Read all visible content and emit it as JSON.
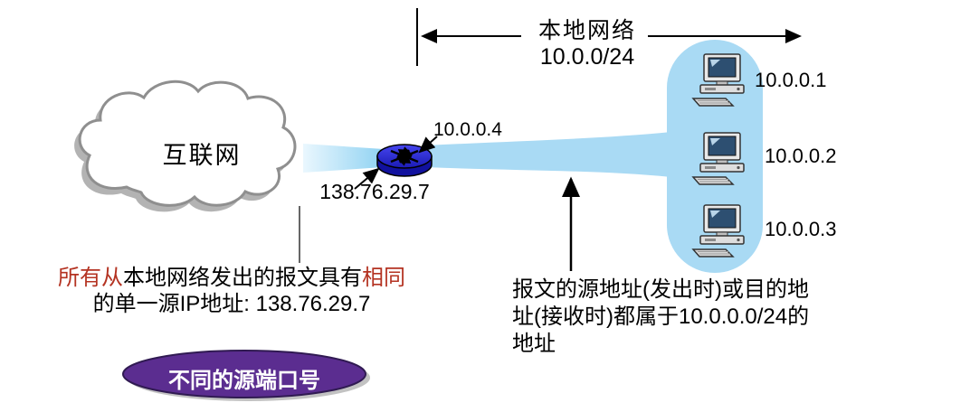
{
  "diagram": {
    "cloud_label": "互联网",
    "nat_ip": "138.76.29.7",
    "router_lan_ip": "10.0.0.4",
    "local_network_title": "本地网络",
    "local_network_subnet": "10.0.0/24",
    "hosts": [
      {
        "ip": "10.0.0.1"
      },
      {
        "ip": "10.0.0.2"
      },
      {
        "ip": "10.0.0.3"
      }
    ],
    "left_note": {
      "red_prefix": "所有从",
      "mid": "本地网络发出的报文具有",
      "red_word": "相同",
      "line2": "的单一源IP地址: 138.76.29.7"
    },
    "port_badge_label": "不同的源端口号",
    "right_note_lines": [
      "报文的源地址(发出时)或目的地",
      "址(接收时)都属于10.0.0.0/24的",
      "地址"
    ],
    "colors": {
      "local_network_fill": "#a9daf4",
      "router_blue": "#2b2bdc",
      "badge_purple": "#5b2d90",
      "note_red": "#b43322"
    }
  }
}
